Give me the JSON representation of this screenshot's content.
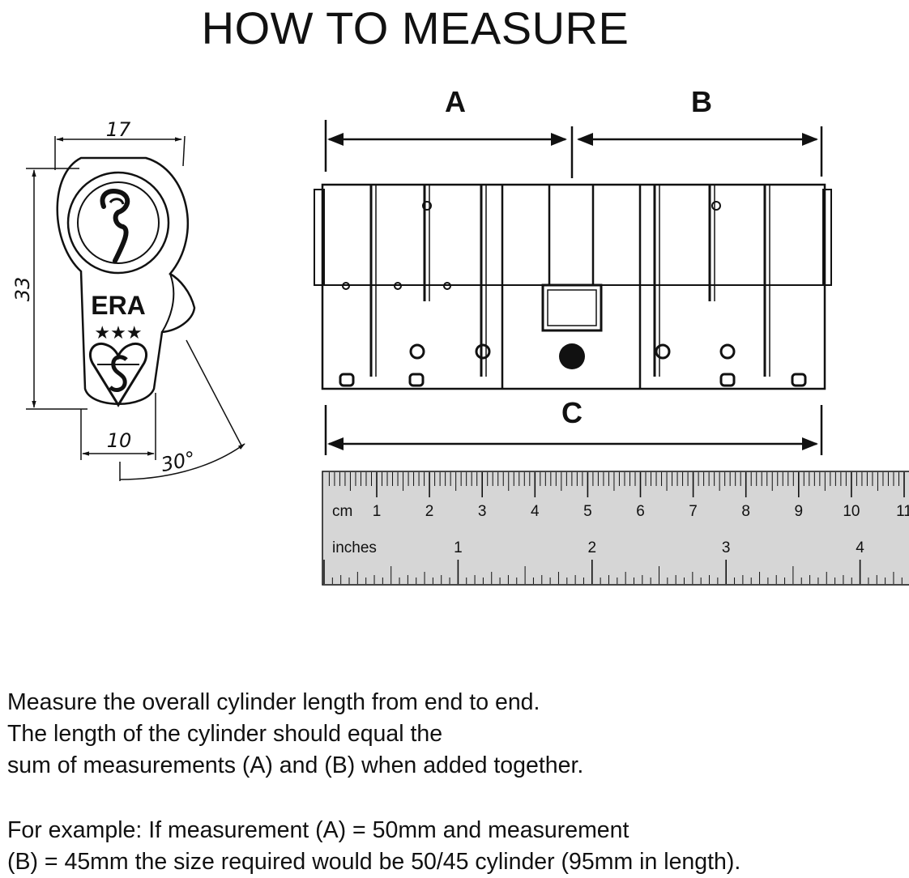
{
  "title": "HOW TO MEASURE",
  "profile": {
    "dim_width": "17",
    "dim_height": "33",
    "dim_lower": "10",
    "dim_angle": "30°",
    "brand": "ERA",
    "stars": "★★★"
  },
  "cylinder": {
    "label_a": "A",
    "label_b": "B",
    "label_c": "C"
  },
  "ruler": {
    "cm_label": "cm",
    "cm_numbers": [
      "1",
      "2",
      "3",
      "4",
      "5",
      "6",
      "7",
      "8",
      "9",
      "10",
      "11"
    ],
    "inch_label": "inches",
    "inch_numbers": [
      "1",
      "2",
      "3",
      "4"
    ]
  },
  "instructions": {
    "lines": [
      "Measure the overall cylinder length from end to end.",
      "The length of the cylinder should equal the",
      "sum of measurements (A) and (B) when added together."
    ],
    "example": [
      "For example: If measurement (A) = 50mm and measurement",
      "(B) = 45mm the size required would be 50/45 cylinder (95mm in length)."
    ]
  },
  "colors": {
    "ink": "#111111",
    "ruler_fill": "#d6d6d6",
    "background": "#ffffff"
  }
}
